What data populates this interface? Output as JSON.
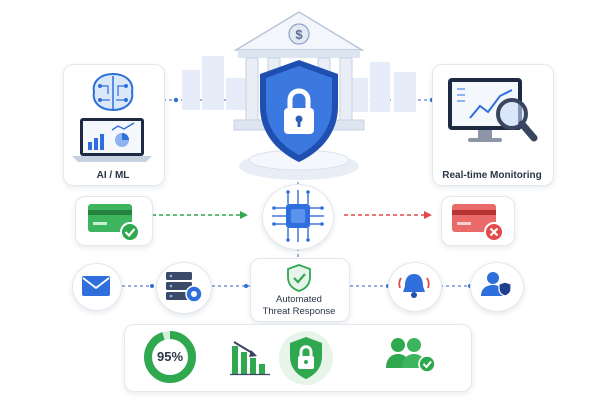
{
  "labels": {
    "ai_ml": "AI / ML",
    "realtime": "Real-time Monitoring",
    "threat_line1": "Automated",
    "threat_line2": "Threat Response",
    "percent": "95%"
  },
  "icons": {
    "bank": "bank-dollar-icon",
    "shield": "shield-lock-icon",
    "brain": "brain-circuit-icon",
    "laptop": "laptop-charts-icon",
    "monitor": "monitor-magnifier-icon",
    "chip": "ai-chip-icon",
    "card_ok": "credit-card-check-icon",
    "card_bad": "credit-card-x-icon",
    "mail": "mail-icon",
    "server": "server-gear-icon",
    "threat_shield": "shield-check-icon",
    "bell": "bell-alert-icon",
    "user_shield": "user-shield-icon",
    "donut": "donut-progress-icon",
    "chart_down": "bar-chart-down-icon",
    "green_lock": "green-shield-lock-icon",
    "users_check": "users-check-icon"
  },
  "progress": {
    "donut_fraction": 0.95
  },
  "colors": {
    "blue": "#2f6fdb",
    "navy": "#1f3f8f",
    "green": "#2fa84f",
    "red": "#e24b4b"
  }
}
